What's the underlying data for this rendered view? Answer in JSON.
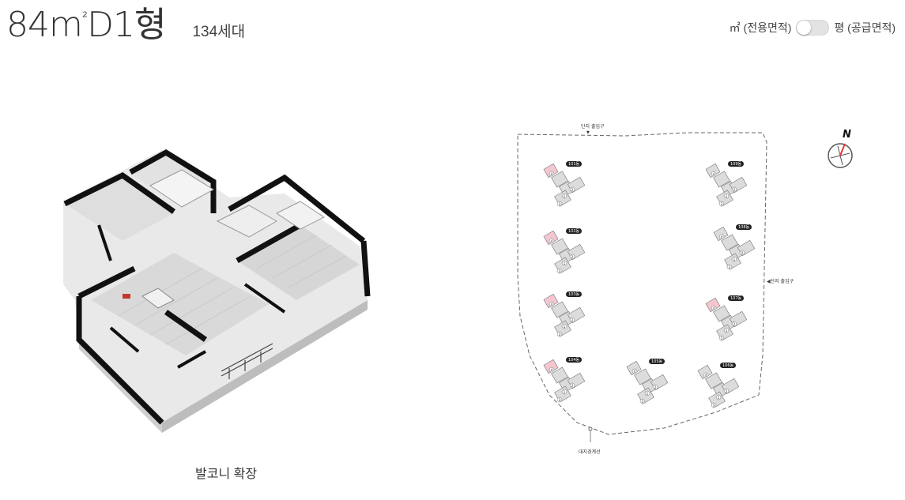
{
  "header": {
    "title_main": "84m",
    "title_sup": "²",
    "title_type": "D1형",
    "units": "134세대"
  },
  "area_toggle": {
    "left_label": "㎡ (전용면적)",
    "right_label": "평 (공급면적)",
    "state": "off"
  },
  "floorplan": {
    "caption": "발코니 확장"
  },
  "site_plan": {
    "entrance_top": "단지 출입구",
    "entrance_right": "◀단지 출입구",
    "boundary_label": "대지경계선",
    "buildings": [
      {
        "label": "101동",
        "highlighted": true
      },
      {
        "label": "102동",
        "highlighted": true
      },
      {
        "label": "103동",
        "highlighted": true
      },
      {
        "label": "104동",
        "highlighted": true
      },
      {
        "label": "105동",
        "highlighted": false
      },
      {
        "label": "106동",
        "highlighted": false
      },
      {
        "label": "107동",
        "highlighted": true
      },
      {
        "label": "108동",
        "highlighted": false
      },
      {
        "label": "109동",
        "highlighted": false
      }
    ],
    "unit_numbers": [
      "1",
      "2",
      "3",
      "4"
    ]
  },
  "compass": {
    "label": "N"
  },
  "colors": {
    "highlight": "#f4c6cf",
    "building": "#dcdcdc",
    "badge": "#222222",
    "wall": "#111111"
  }
}
